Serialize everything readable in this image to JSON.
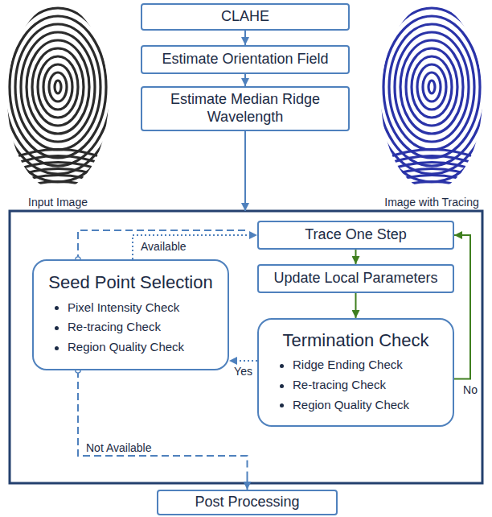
{
  "diagram": {
    "nodes": [
      {
        "text": [
          "CLAHE"
        ]
      },
      {
        "text": [
          "Estimate Orientation Field"
        ]
      },
      {
        "text": [
          "Estimate Median Ridge Wavelength"
        ]
      },
      {
        "text": [
          "Seed Point Selection",
          "Pixel Intensity Check",
          "Re-tracing Check",
          "Region Quality Check"
        ]
      },
      {
        "text": [
          "Trace One Step"
        ]
      },
      {
        "text": [
          "Update Local Parameters"
        ]
      },
      {
        "text": [
          "Termination Check",
          "Ridge Ending Check",
          "Re-tracing Check",
          "Region Quality Check"
        ]
      },
      {
        "text": [
          "Post Processing"
        ]
      }
    ],
    "edges": [
      {
        "from": 0,
        "to": 1,
        "arrow": "to"
      },
      {
        "from": 1,
        "to": 2,
        "arrow": "to"
      },
      {
        "from": 2,
        "to": 3,
        "arrow": "to"
      },
      {
        "from": 3,
        "to": 4,
        "label": "Available",
        "arrow": "to"
      },
      {
        "from": 4,
        "to": 5,
        "arrow": "to"
      },
      {
        "from": 5,
        "to": 6,
        "arrow": "to"
      },
      {
        "from": 6,
        "to": 4,
        "label": "No",
        "arrow": "to"
      },
      {
        "from": 6,
        "to": 3,
        "label": "Yes",
        "arrow": "to"
      },
      {
        "from": 3,
        "to": 7,
        "label": "Not Available",
        "arrow": "to"
      }
    ],
    "labels": [
      "Input Image",
      "Image with Tracing"
    ]
  }
}
